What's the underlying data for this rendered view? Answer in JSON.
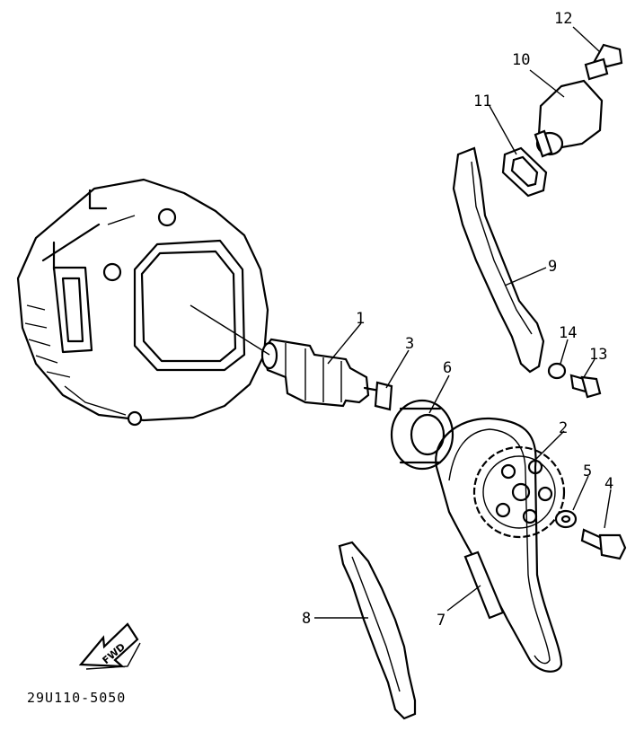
{
  "callouts": {
    "n1": "1",
    "n2": "2",
    "n3": "3",
    "n4": "4",
    "n5": "5",
    "n6": "6",
    "n7": "7",
    "n8": "8",
    "n9": "9",
    "n10": "10",
    "n11": "11",
    "n12": "12",
    "n13": "13",
    "n14": "14"
  },
  "direction_arrow": {
    "label": "FWD"
  },
  "reference_code": "29U110-5050"
}
